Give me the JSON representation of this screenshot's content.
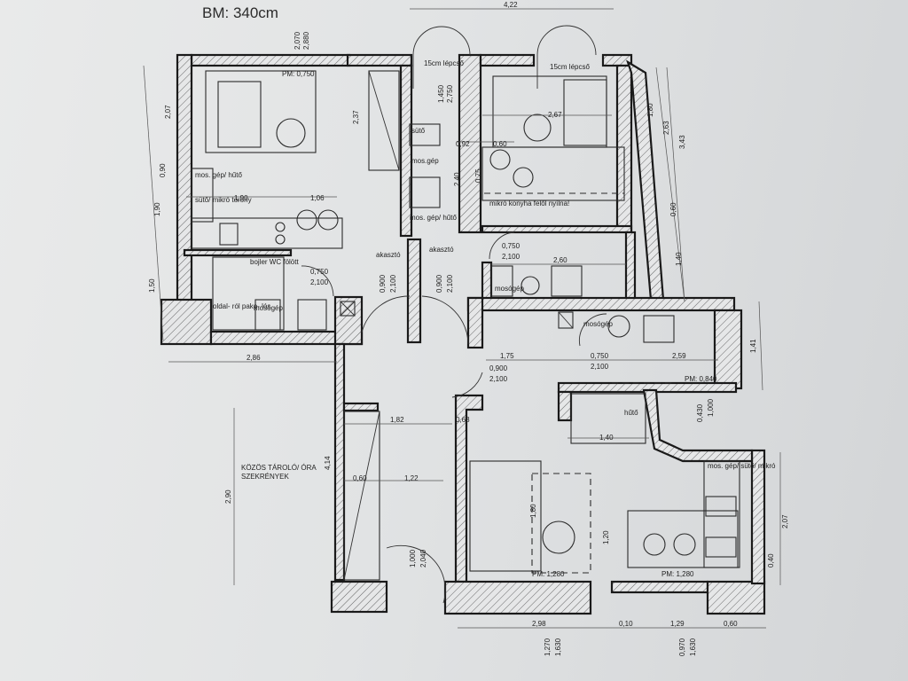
{
  "title": "BM: 340cm",
  "room_labels": {
    "steps_left": "15cm lépcső",
    "steps_right": "15cm lépcső",
    "pm_top_left": "PM: 0,750",
    "mos_hutu_left": "mos. gép/ hűtő",
    "suto_mikro_torony": "sütő/ mikró torony",
    "suto_center": "sütő",
    "mos_gep_center": "mos.gép",
    "mos_gep_hutu_center": "mos. gép/ hűtő",
    "mikro_konyha": "mikró konyha felől nyílna!",
    "bojler_wc": "bojler WC fölött",
    "akaszto_left": "akasztó",
    "akaszto_right": "akasztó",
    "oldal_rol_pakolos": "oldal- ról pako- lós",
    "mosogep_left": "mosógép",
    "mosogep_right1": "mosógép",
    "mosogep_right2": "mosógép",
    "pm_0840": "PM: 0,840",
    "huto": "hűtő",
    "kozos_tarolo": "KÖZÖS TÁROLÓ/ ÓRA",
    "szekrenyek": "SZEKRÉNYEK",
    "mos_gep_suto_mikro": "mos. gép/ sütő/ mikró",
    "pm_1280_a": "PM: 1,280",
    "pm_1280_b": "PM: 1,280"
  },
  "dimensions": {
    "d_422": "4,22",
    "d_2070": "2,070",
    "d_2880": "2,880",
    "d_1450": "1,450",
    "d_2750": "2,750",
    "d_207_left": "2,07",
    "d_090": "0,90",
    "d_190_left": "1,90",
    "d_150": "1,50",
    "d_237": "2,37",
    "d_190_mid": "1,90",
    "d_106": "1,06",
    "d_092": "0,92",
    "d_060_kitchen": "0,60",
    "d_267": "2,67",
    "d_240": "2,40",
    "d_075": "0,75",
    "d_180_right": "1,80",
    "d_263": "2,63",
    "d_343": "3,43",
    "d_060_right": "0,60",
    "d_140_right": "1,40",
    "d_0750_a": "0,750",
    "d_2100_a": "2,100",
    "d_0750_b": "0,750",
    "d_2100_b": "2,100",
    "d_260": "2,60",
    "d_0900_l": "0,900",
    "d_2100_l": "2,100",
    "d_0900_r": "0,900",
    "d_2100_r": "2,100",
    "d_286": "2,86",
    "d_175": "1,75",
    "d_0750_c": "0,750",
    "d_2100_c": "2,100",
    "d_259": "2,59",
    "d_141": "1,41",
    "d_0900_c": "0,900",
    "d_2100_d": "2,100",
    "d_182": "1,82",
    "d_063": "0,63",
    "d_140_mid": "1,40",
    "d_0430": "0,430",
    "d_1000_r": "1,000",
    "d_414": "4,14",
    "d_290": "2,90",
    "d_060_lower": "0,60",
    "d_122": "1,22",
    "d_180_lower": "1,80",
    "d_120": "1,20",
    "d_1000_l": "1,000",
    "d_2040": "2,040",
    "d_207_right": "2,07",
    "d_040": "0,40",
    "d_298": "2,98",
    "d_010": "0,10",
    "d_129": "1,29",
    "d_060_bottom": "0,60",
    "d_1270": "1,270",
    "d_1630_a": "1,630",
    "d_0970": "0,970",
    "d_1630_b": "1,630"
  },
  "colors": {
    "paper": "#e4e6e7",
    "ink": "#1a1a1a"
  }
}
